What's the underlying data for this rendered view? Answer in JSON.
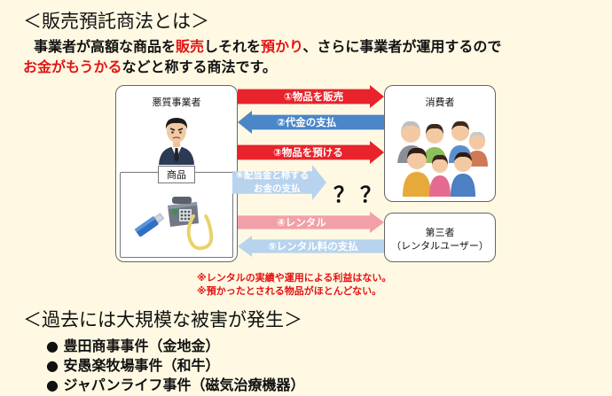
{
  "heading": "＜販売預託商法とは＞",
  "intro": {
    "line1_a": "事業者が高額な商品を",
    "line1_red1": "販売",
    "line1_b": "しそれを",
    "line1_red2": "預かり",
    "line1_c": "、さらに事業者が運用するので",
    "line2_red": "お金がもうかる",
    "line2_b": "などと称する商法です。"
  },
  "diagram": {
    "bad_label": "悪質事業者",
    "goods_label": "商品",
    "consumer_label": "消費者",
    "third_label_1": "第三者",
    "third_label_2": "（レンタルユーザー）",
    "arrow1": "①物品を販売",
    "arrow2": "②代金の支払",
    "arrow3": "③物品を預ける",
    "arrow6_1": "⑥配当金と称する",
    "arrow6_2": "お金の支払",
    "arrow4": "④レンタル",
    "arrow5": "⑤レンタル料の支払",
    "question": "？？",
    "note1": "※レンタルの実績や運用による利益はない。",
    "note2": "※預かったとされる物品がほとんどない。",
    "colors": {
      "red": "#e8232b",
      "blue": "#4a86c8",
      "pink": "#f2a0a8",
      "light_blue": "#b7d3ee"
    }
  },
  "heading2": "＜過去には大規模な被害が発生＞",
  "cases": [
    "●  豊田商事事件（金地金）",
    "●  安愚楽牧場事件（和牛）",
    "●  ジャパンライフ事件（磁気治療機器）"
  ]
}
